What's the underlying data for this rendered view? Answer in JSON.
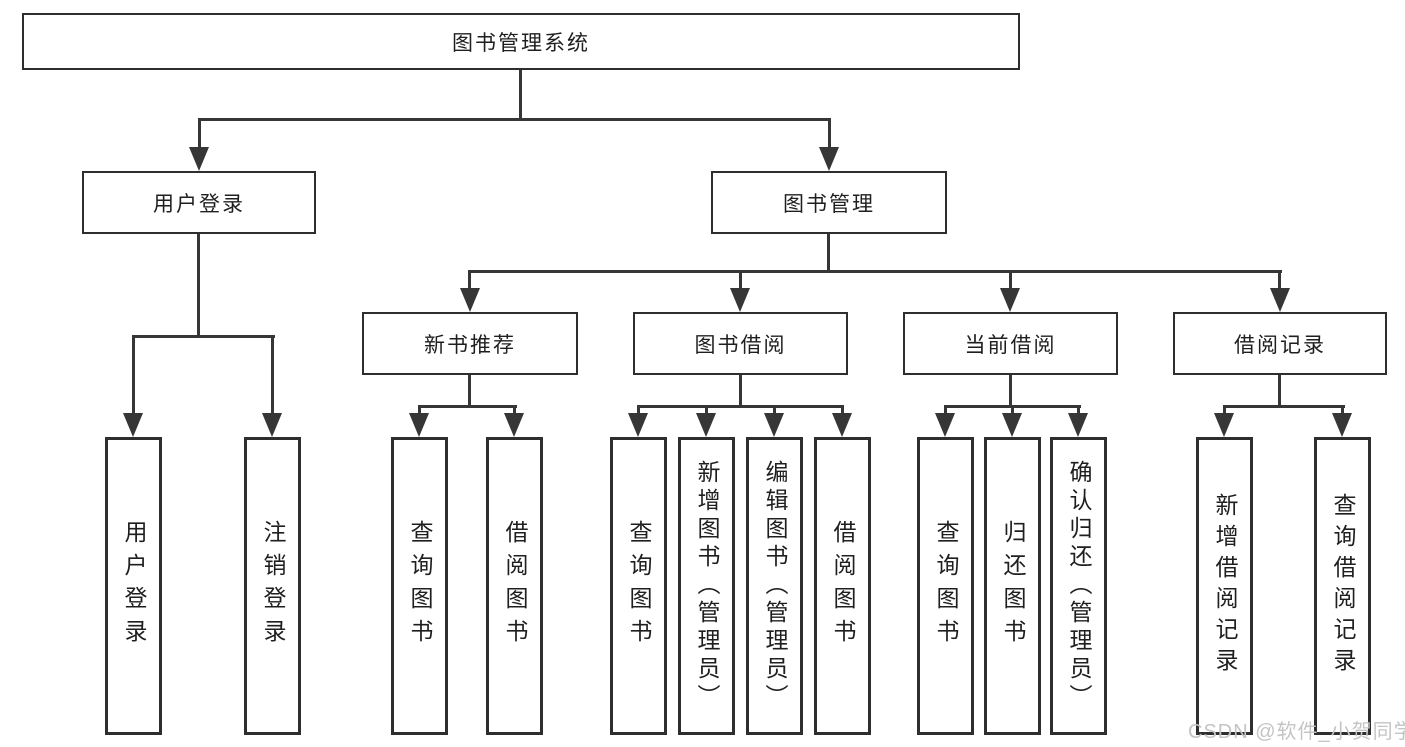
{
  "diagram": {
    "title": "图书管理系统",
    "nodes": {
      "root": "图书管理系统",
      "user_login": "用户登录",
      "book_mgmt": "图书管理",
      "new_book_rec": "新书推荐",
      "book_borrow": "图书借阅",
      "current_borrow": "当前借阅",
      "borrow_record": "借阅记录",
      "leaf_user_login": "用户登录",
      "leaf_logout": "注销登录",
      "leaf_nb_query": "查询图书",
      "leaf_nb_borrow": "借阅图书",
      "leaf_bb_query": "查询图书",
      "leaf_bb_add": "新增图书（管理员）",
      "leaf_bb_edit": "编辑图书（管理员）",
      "leaf_bb_borrow": "借阅图书",
      "leaf_cb_query": "查询图书",
      "leaf_cb_return": "归还图书",
      "leaf_cb_confirm": "确认归还（管理员）",
      "leaf_br_add": "新增借阅记录",
      "leaf_br_query": "查询借阅记录"
    },
    "colors": {
      "line": "#363636",
      "box_border": "#2e2e2e",
      "box_fill": "#ffffff",
      "text": "#1f1f1f",
      "watermark": "#c4c4c4",
      "background": "#ffffff"
    }
  },
  "watermark": "CSDN @软件_小贺同学"
}
